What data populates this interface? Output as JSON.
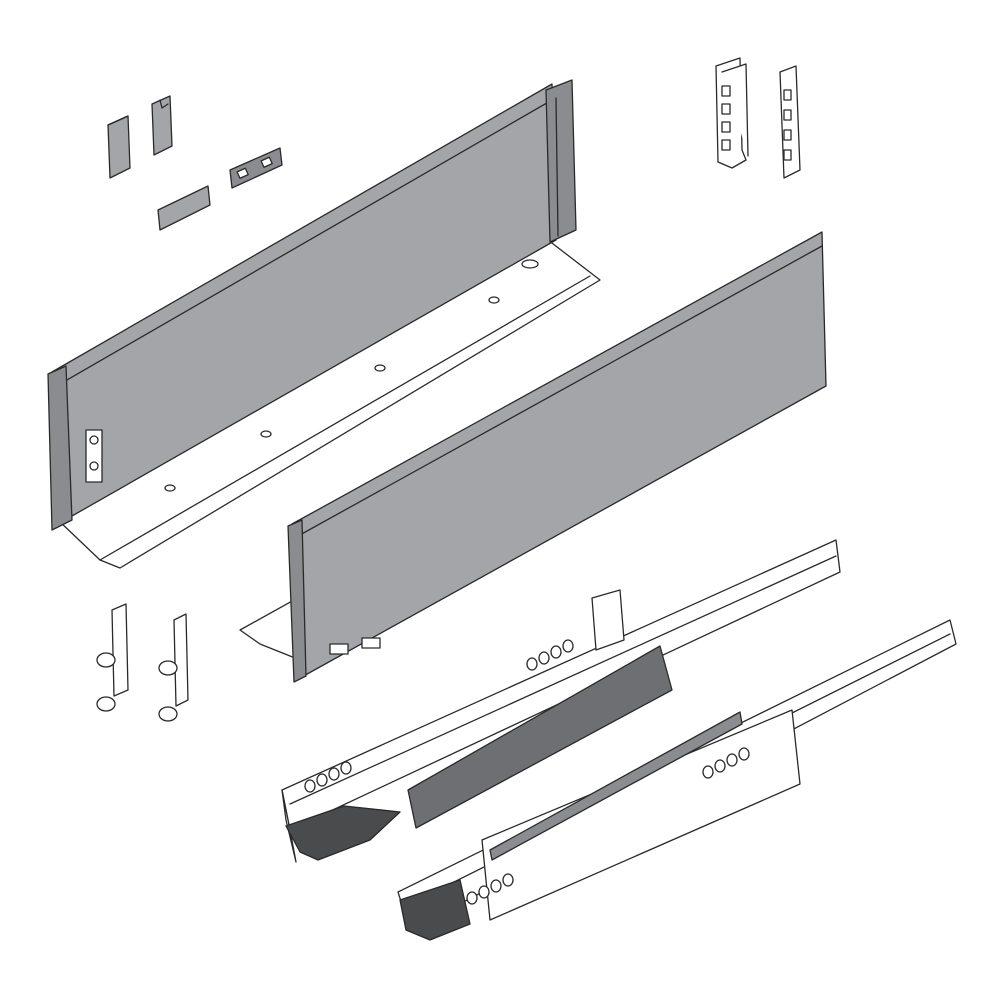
{
  "illustration": {
    "parts": [
      {
        "id": "cover-caps",
        "icon": "cover-cap-icon"
      },
      {
        "id": "front-fixing-brackets",
        "icon": "bracket-icon"
      },
      {
        "id": "drawer-side-left",
        "icon": "drawer-side-icon"
      },
      {
        "id": "drawer-side-right",
        "icon": "drawer-side-icon"
      },
      {
        "id": "adjustment-screws",
        "icon": "screw-icon"
      },
      {
        "id": "runner-left",
        "icon": "runner-icon"
      },
      {
        "id": "runner-right",
        "icon": "runner-icon"
      }
    ]
  },
  "colors": {
    "outline": "#2a2a2a",
    "panel": "#a3a5a8",
    "panel_dark": "#8a8c8f",
    "mechanism": "#6d6f72",
    "mechanism_dark": "#4a4b4d",
    "metal": "#ffffff"
  }
}
